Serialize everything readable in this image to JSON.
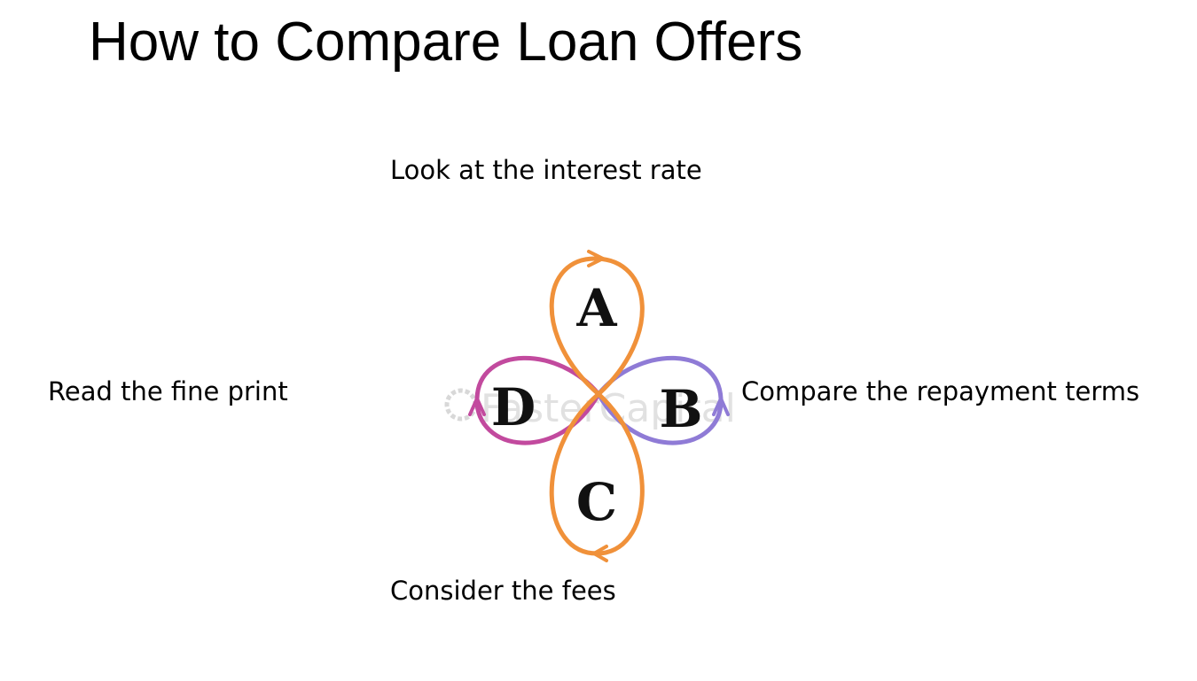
{
  "title": "How to Compare Loan Offers",
  "steps": {
    "a": {
      "letter": "A",
      "text": "Look at the interest rate"
    },
    "b": {
      "letter": "B",
      "text": "Compare the repayment terms"
    },
    "c": {
      "letter": "C",
      "text": "Consider the fees"
    },
    "d": {
      "letter": "D",
      "text": "Read the fine print"
    }
  },
  "watermark": "FasterCapital",
  "colors": {
    "orange": "#f0913a",
    "lavender": "#8f7bd6",
    "magenta": "#c24a9e",
    "watermark": "#d8d8d8"
  }
}
